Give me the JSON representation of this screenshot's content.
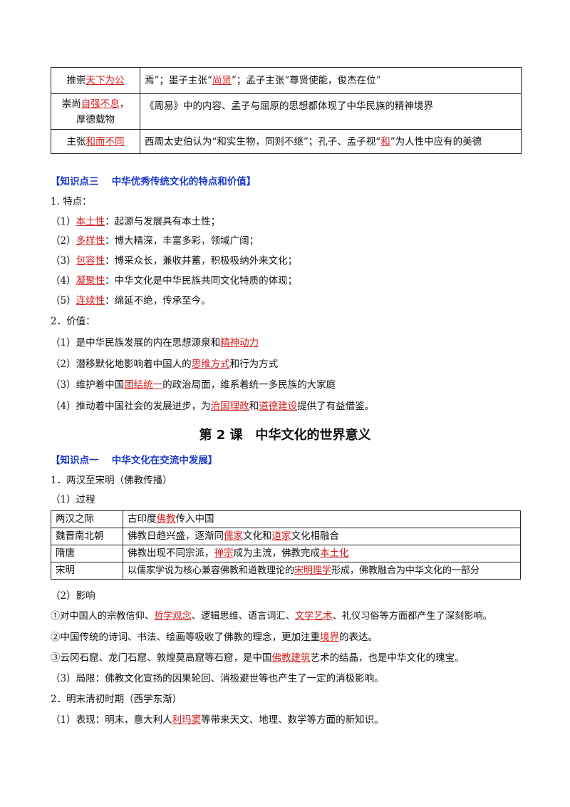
{
  "table1": {
    "rows": [
      {
        "k_pre": "推崇",
        "k_u": "天下为公",
        "k_post": "",
        "v_a": "焉”；墨子主张“",
        "v_u": "尚贤",
        "v_b": "”；孟子主张“尊贤使能，俊杰在位”"
      },
      {
        "k_pre": "崇尚",
        "k_u": "自强不息",
        "k_post": "，",
        "k_line2": "厚德载物",
        "v_a": "《周易》中的内容、孟子与屈原的思想都体现了中华民族的精神境界",
        "v_u": "",
        "v_b": ""
      },
      {
        "k_pre": "主张",
        "k_u": "和而不同",
        "k_post": "",
        "v_a": "西周太史伯认为“和实生物，同则不继”；孔子、孟子视“",
        "v_u": "和",
        "v_b": "”为人性中应有的美德"
      }
    ]
  },
  "kp3": {
    "heading": "【知识点三　 中华优秀传统文化的特点和价值】",
    "features_title": "1. 特点：",
    "features": [
      {
        "num": "（1）",
        "term": "本土性",
        "desc": "：起源与发展具有本土性；"
      },
      {
        "num": "（2）",
        "term": "多样性",
        "desc": "：博大精深，丰富多彩，领域广阔；"
      },
      {
        "num": "（3）",
        "term": "包容性",
        "desc": "：博采众长，兼收并蓄，积极吸纳外来文化；"
      },
      {
        "num": "（4）",
        "term": "凝聚性",
        "desc": "：中华文化是中华民族共同文化特质的体现；"
      },
      {
        "num": "（5）",
        "term": "连续性",
        "desc": "：绵延不绝，传承至今。"
      }
    ],
    "values_title": "2．价值：",
    "values": [
      {
        "a": "（1）是中华民族发展的内在思想源泉和",
        "u1": "精神动力",
        "b": "",
        "u2": "",
        "c": ""
      },
      {
        "a": "（2）潜移默化地影响着中国人的",
        "u1": "思维方式",
        "b": "和行为方式",
        "u2": "",
        "c": ""
      },
      {
        "a": "（3）维护着中国",
        "u1": "团结统一",
        "b": "的政治局面，维系着统一多民族的大家庭",
        "u2": "",
        "c": ""
      },
      {
        "a": "（4）推动着中国社会的发展进步，为",
        "u1": "治国理政",
        "b": "和",
        "u2": "道德建设",
        "c": "提供了有益借鉴。"
      }
    ]
  },
  "lesson2": {
    "title": "第 2 课　中华文化的世界意义",
    "kp1_heading": "【知识点一　 中华文化在交流中发展】",
    "sec1_title": "1．两汉至宋明（佛教传播）",
    "process_title": "（1）过程",
    "process_rows": [
      {
        "period": "两汉之际",
        "a": "古印度",
        "u1": "佛教",
        "b": "传入中国",
        "u2": "",
        "c": ""
      },
      {
        "period": "魏晋南北朝",
        "a": "佛教日趋兴盛，逐渐同",
        "u1": "儒家",
        "b": "文化和",
        "u2": "道家",
        "c": "文化相融合"
      },
      {
        "period": "隋唐",
        "a": "佛教出现不同宗派，",
        "u1": "禅宗",
        "b": "成为主流，佛教完成",
        "u2": "本土化",
        "c": ""
      },
      {
        "period": "宋明",
        "a": "以儒家学说为核心兼容佛教和道教理论的",
        "u1": "宋明理学",
        "b": "形成，佛教融合为中华文化的一部分",
        "u2": "",
        "c": ""
      }
    ],
    "influence_title": "（2）影响",
    "influences": [
      {
        "a": "①对中国人的宗教信仰、",
        "u1": "哲学观念",
        "b": "、逻辑思维、语言词汇、",
        "u2": "文学艺术",
        "c": "、礼仪习俗等方面都产生了深刻影响。"
      },
      {
        "a": "②中国传统的诗词、书法、绘画等吸收了佛教的理念，更加注重",
        "u1": "境界",
        "b": "的表达。",
        "u2": "",
        "c": ""
      },
      {
        "a": "③云冈石窟、龙门石窟、敦煌莫高窟等石窟，是中国",
        "u1": "佛教建筑",
        "b": "艺术的结晶，也是中华文化的瑰宝。",
        "u2": "",
        "c": ""
      }
    ],
    "limitation": "（3）局限：佛教文化宣扬的因果轮回、消极避世等也产生了一定的消极影响。",
    "sec2_title": "2．明末清初时期（西学东渐）",
    "sec2_item": {
      "a": "（1）表现：明末，意大利人",
      "u1": "利玛窦",
      "b": "等带来天文、地理、数学等方面的新知识。"
    }
  }
}
